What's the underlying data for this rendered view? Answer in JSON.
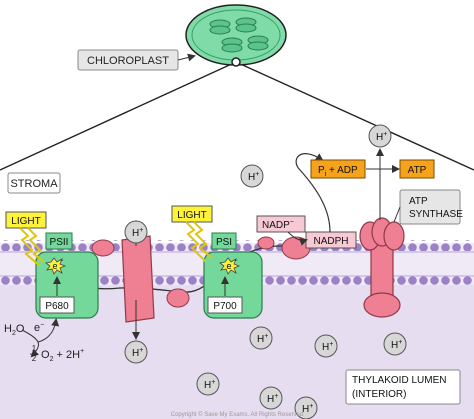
{
  "labels": {
    "chloroplast": "CHLOROPLAST",
    "stroma": "STROMA",
    "light_1": "LIGHT",
    "light_2": "LIGHT",
    "psii": "PSII",
    "psi": "PSI",
    "p680": "P680",
    "p700": "P700",
    "electron_1": "e",
    "electron_2": "e",
    "electron_water": "e",
    "electron_sup": "−",
    "h2o": "H",
    "h2o_sub": "2",
    "h2o_o": "O",
    "half_num": "1",
    "half_den": "2",
    "o2_rest": "O",
    "o2_sub": "2",
    "plus_2h": " + 2H",
    "plus_sup": "+",
    "nadp_plus": "NADP",
    "nadph": "NADPH",
    "pi_adp_p": "P",
    "pi_adp_i": "i",
    "pi_adp_rest": " + ADP",
    "atp": "ATP",
    "atp_synthase_line1": "ATP",
    "atp_synthase_line2": "SYNTHASE",
    "thylakoid_line1": "THYLAKOID  LUMEN",
    "thylakoid_line2": "(INTERIOR)",
    "h_ion": "H",
    "copyright": "Copyright © Save My Exams. All Rights Reserved"
  },
  "colors": {
    "stroma_bg": "#ffffff",
    "lumen_bg": "#e7ddf0",
    "membrane_head": "#9b82c6",
    "membrane_tail": "#b7a6d8",
    "protein_pink": "#ef7f92",
    "photosystem_green": "#74d89a",
    "photosystem_green_dark": "#3c9c65",
    "light_yellow": "#fff23a",
    "orange_box": "#f7a21b",
    "nadp_pink": "#f6c9d3",
    "grey_box": "#e6e6e6",
    "ion_grey": "#d7d7d7",
    "chloroplast_green": "#7fdca8"
  }
}
